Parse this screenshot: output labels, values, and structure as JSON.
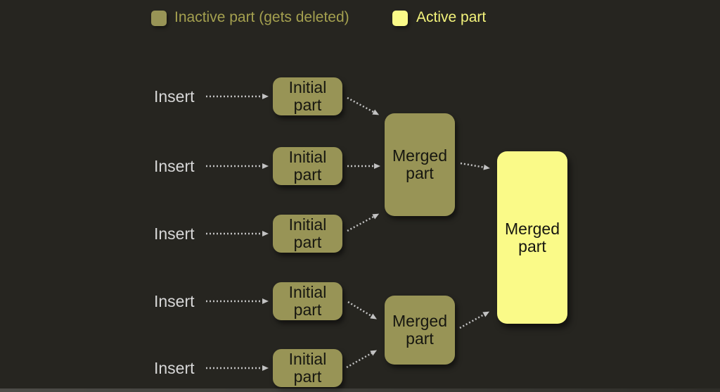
{
  "legend": {
    "inactive_label": "Inactive part (gets deleted)",
    "active_label": "Active part"
  },
  "inserts": [
    {
      "label": "Insert"
    },
    {
      "label": "Insert"
    },
    {
      "label": "Insert"
    },
    {
      "label": "Insert"
    },
    {
      "label": "Insert"
    }
  ],
  "nodes": {
    "initial_parts": [
      {
        "label": "Initial part"
      },
      {
        "label": "Initial part"
      },
      {
        "label": "Initial part"
      },
      {
        "label": "Initial part"
      },
      {
        "label": "Initial part"
      }
    ],
    "merged_top": {
      "label": "Merged part"
    },
    "merged_bottom": {
      "label": "Merged part"
    },
    "merged_final": {
      "label": "Merged part"
    }
  },
  "colors": {
    "background": "#262520",
    "inactive_fill": "#989456",
    "active_fill": "#fafa88",
    "inactive_text": "#a4a04f",
    "active_text": "#f3f37b",
    "insert_text": "#d7d7d7",
    "node_text": "#161610",
    "arrow": "#c2c2c2"
  }
}
